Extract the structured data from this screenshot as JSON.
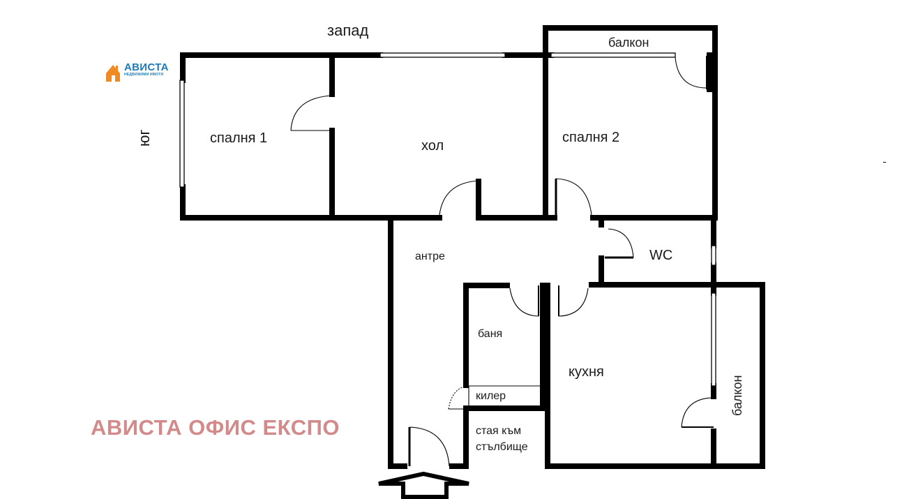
{
  "logo": {
    "name": "АВИСТА",
    "subtitle": "НЕДВИЖИМИ ИМОТИ",
    "icon": "house-icon",
    "colors": {
      "text": "#1f7ab8",
      "house": "#f08a24"
    }
  },
  "compass": {
    "west": "запад",
    "south": "юг"
  },
  "rooms": {
    "bedroom1": "спалня 1",
    "living": "хол",
    "bedroom2": "спалня 2",
    "balcony_top": "балкон",
    "hall": "антре",
    "wc": "WC",
    "bathroom": "баня",
    "storage": "килер",
    "kitchen": "кухня",
    "balcony_right": "балкон",
    "stair_room_line1": "стая към",
    "stair_room_line2": "стълбище"
  },
  "watermark": {
    "text": "АВИСТА ОФИС ЕКСПО",
    "color": "#d28a8a"
  },
  "entrance": {
    "icon": "entrance-arrow-icon"
  }
}
